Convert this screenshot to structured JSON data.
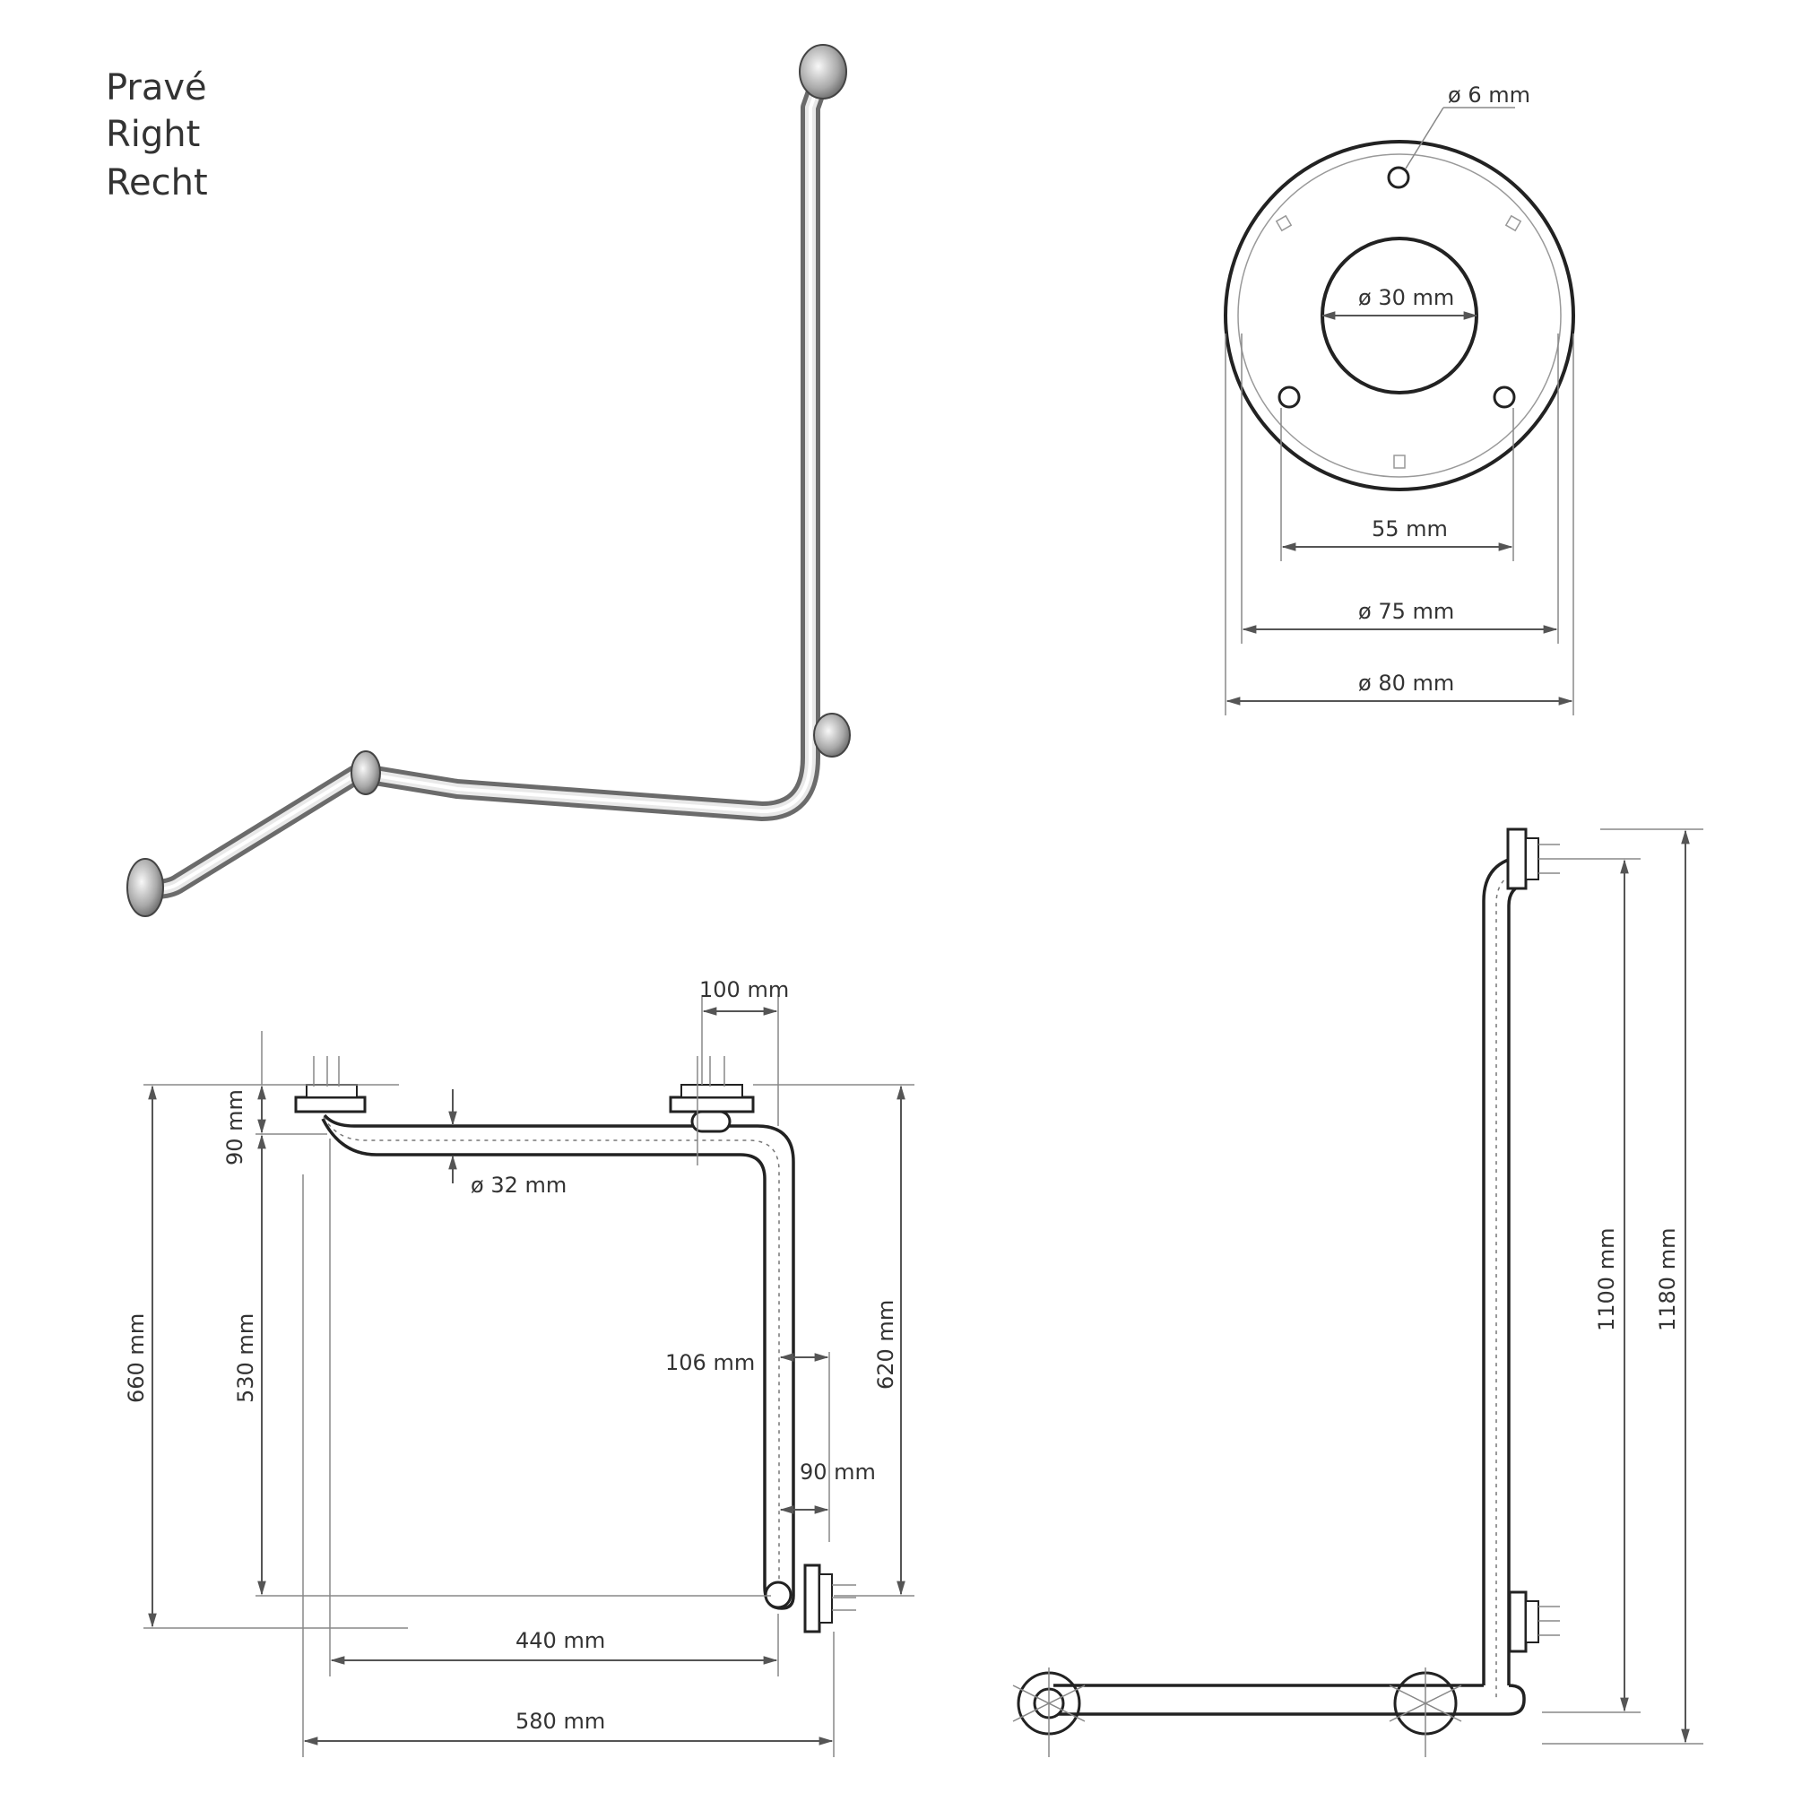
{
  "titles": [
    "Pravé",
    "Right",
    "Recht"
  ],
  "labels": {
    "hole_diameter": "ø 6 mm",
    "center_diameter": "ø 30 mm",
    "hole_spacing": "55 mm",
    "inner_diameter": "ø 75 mm",
    "outer_diameter": "ø 80 mm",
    "pipe_diameter": "ø 32 mm",
    "top_offset_width": "100 mm",
    "top_offset_height": "90 mm",
    "inner_height": "530 mm",
    "total_height": "660 mm",
    "right_height": "620 mm",
    "right_depth": "106 mm",
    "right_inner_depth": "90 mm",
    "inner_width": "440 mm",
    "total_width": "580 mm",
    "side_inner_height": "1100 mm",
    "side_total_height": "1180 mm"
  },
  "colors": {
    "line": "#222222",
    "dimension": "#555555",
    "text": "#333333",
    "chrome_light": "#f4f4f4",
    "chrome_dark": "#8a8a8a"
  }
}
